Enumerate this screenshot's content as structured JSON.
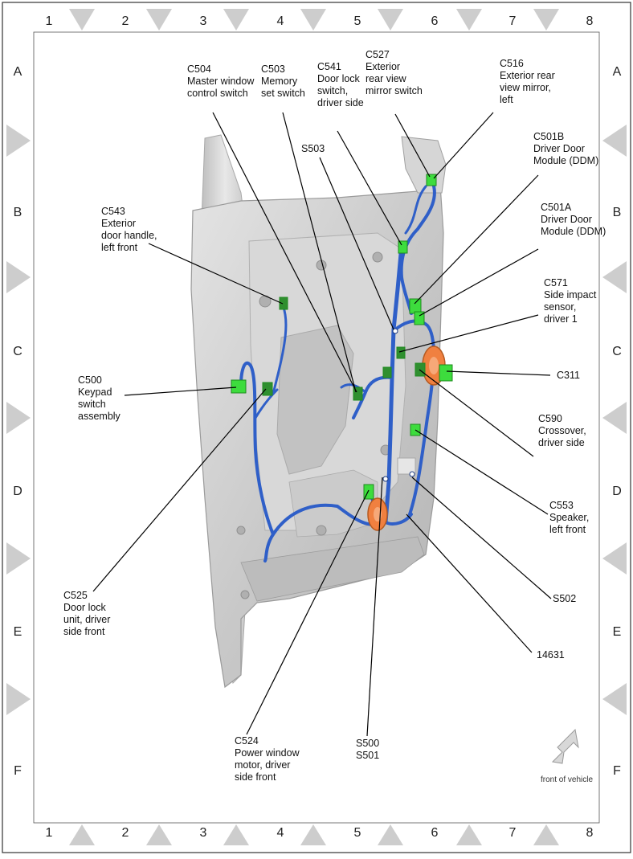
{
  "grid": {
    "columns": [
      "1",
      "2",
      "3",
      "4",
      "5",
      "6",
      "7",
      "8"
    ],
    "rows": [
      "A",
      "B",
      "C",
      "D",
      "E",
      "F"
    ]
  },
  "callouts": [
    {
      "id": "c504",
      "lines": [
        "C504",
        "Master window",
        "control switch"
      ]
    },
    {
      "id": "c503",
      "lines": [
        "C503",
        "Memory",
        "set switch"
      ]
    },
    {
      "id": "c541",
      "lines": [
        "C541",
        "Door lock",
        "switch,",
        "driver side"
      ]
    },
    {
      "id": "c527",
      "lines": [
        "C527",
        "Exterior",
        "rear view",
        "mirror switch"
      ]
    },
    {
      "id": "c516",
      "lines": [
        "C516",
        "Exterior rear",
        "view mirror,",
        "left"
      ]
    },
    {
      "id": "s503",
      "lines": [
        "S503"
      ]
    },
    {
      "id": "c501b",
      "lines": [
        "C501B",
        "Driver Door",
        "Module (DDM)"
      ]
    },
    {
      "id": "c543",
      "lines": [
        "C543",
        "Exterior",
        "door handle,",
        "left front"
      ]
    },
    {
      "id": "c501a",
      "lines": [
        "C501A",
        "Driver Door",
        "Module (DDM)"
      ]
    },
    {
      "id": "c571",
      "lines": [
        "C571",
        "Side impact",
        "sensor,",
        "driver 1"
      ]
    },
    {
      "id": "c311",
      "lines": [
        "C311"
      ]
    },
    {
      "id": "c500",
      "lines": [
        "C500",
        "Keypad",
        "switch",
        "assembly"
      ]
    },
    {
      "id": "c590",
      "lines": [
        "C590",
        "Crossover,",
        "driver side"
      ]
    },
    {
      "id": "c553",
      "lines": [
        "C553",
        "Speaker,",
        "left front"
      ]
    },
    {
      "id": "c525",
      "lines": [
        "C525",
        "Door lock",
        "unit, driver",
        "side front"
      ]
    },
    {
      "id": "s502",
      "lines": [
        "S502"
      ]
    },
    {
      "id": "n14631",
      "lines": [
        "14631"
      ]
    },
    {
      "id": "c524",
      "lines": [
        "C524",
        "Power window",
        "motor, driver",
        "side front"
      ]
    },
    {
      "id": "s500",
      "lines": [
        "S500",
        "S501"
      ]
    }
  ],
  "front_of_vehicle": "front of vehicle",
  "colors": {
    "harness": "#2f5fc8",
    "connector": "#3ddc3d",
    "connector_dark": "#2f8f2f",
    "speaker": "#f08040",
    "door_panel": "#cfcfcf",
    "grid_marker": "#cccccc"
  }
}
